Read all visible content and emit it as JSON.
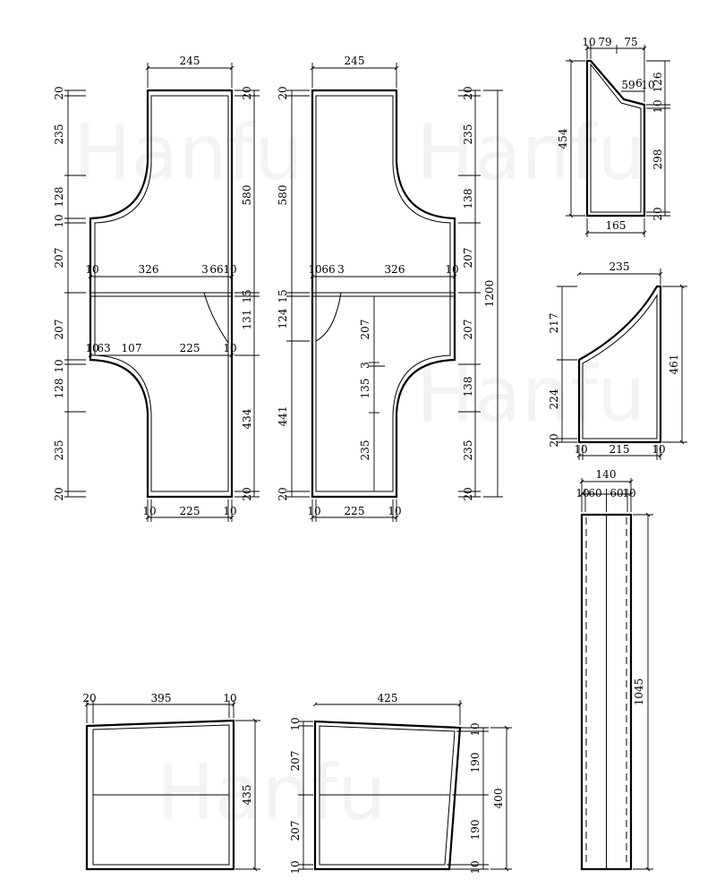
{
  "watermark": "Hanfu",
  "front_piece": {
    "top_width": "245",
    "left_dims": [
      "20",
      "235",
      "128",
      "10",
      "207",
      "207",
      "10",
      "128",
      "235",
      "20"
    ],
    "right_dims": [
      "20",
      "580",
      "15",
      "131",
      "434",
      "20"
    ],
    "waist_dims": [
      "10",
      "326",
      "3",
      "66",
      "10"
    ],
    "lower_dims": [
      "10",
      "63",
      "107",
      "225",
      "10"
    ],
    "bottom_dims": [
      "10",
      "225",
      "10"
    ]
  },
  "back_piece": {
    "top_width": "245",
    "left_dims": [
      "20",
      "580",
      "15",
      "124",
      "441",
      "20"
    ],
    "right_dims": [
      "20",
      "235",
      "138",
      "207",
      "207",
      "138",
      "235",
      "20"
    ],
    "total_height": "1200",
    "waist_dims": [
      "10",
      "66",
      "3",
      "326",
      "10"
    ],
    "inner_dims": [
      "207",
      "3",
      "135",
      "235"
    ],
    "bottom_dims": [
      "10",
      "225",
      "10"
    ]
  },
  "collar_piece": {
    "top_dims": [
      "10",
      "79",
      "75"
    ],
    "mid_dims": [
      "59",
      "6",
      "10"
    ],
    "right_dims": [
      "126",
      "10",
      "298",
      "20"
    ],
    "height": "454",
    "width": "165"
  },
  "gusset_piece": {
    "top_width": "235",
    "left_dims": [
      "217",
      "224",
      "20"
    ],
    "height": "461",
    "bottom_dims": [
      "10",
      "215",
      "10"
    ]
  },
  "band_piece": {
    "top_width": "140",
    "sub_dims": [
      "10",
      "60",
      "60",
      "10"
    ],
    "length": "1045"
  },
  "panel_a": {
    "top_dims": [
      "20",
      "395",
      "10"
    ],
    "height": "435"
  },
  "panel_b": {
    "top_width": "425",
    "left_dims": [
      "10",
      "207",
      "207",
      "10"
    ],
    "right_dims": [
      "10",
      "190",
      "190",
      "10"
    ],
    "height": "400"
  }
}
